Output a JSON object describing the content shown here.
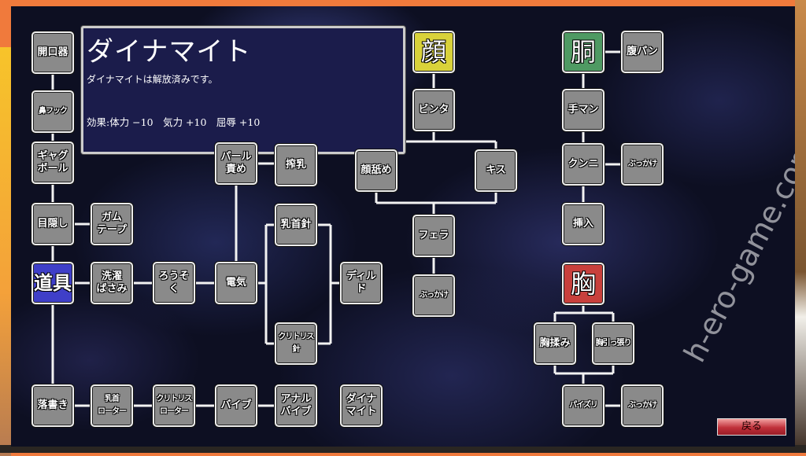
{
  "colors": {
    "tool": "#3f3fc8",
    "face": "#d9d23a",
    "torso": "#4f9a63",
    "chest": "#c8403c",
    "locked": "#8a8a8a"
  },
  "description": {
    "title": "ダイナマイト",
    "text": "ダイナマイトは解放済みです。",
    "effect": "効果:体力 −10　気力 +10　屈辱 +10"
  },
  "nodes": [
    {
      "id": "kaikouki",
      "label": "開口器"
    },
    {
      "id": "hana-hook",
      "label": "鼻フック",
      "small": true
    },
    {
      "id": "gag-ball",
      "label": "ギャグ\nボール"
    },
    {
      "id": "mekakushi",
      "label": "目隠し"
    },
    {
      "id": "gum-tape",
      "label": "ガム\nテープ"
    },
    {
      "id": "dougu",
      "label": "道具",
      "category": "tool"
    },
    {
      "id": "sentaku-basami",
      "label": "洗濯\nばさみ"
    },
    {
      "id": "rousoku",
      "label": "ろうそく"
    },
    {
      "id": "denki",
      "label": "電気"
    },
    {
      "id": "pearl-seme",
      "label": "パール\n責め"
    },
    {
      "id": "sakunyu",
      "label": "搾乳"
    },
    {
      "id": "chikubi-hari",
      "label": "乳首針"
    },
    {
      "id": "dildo",
      "label": "ディルド"
    },
    {
      "id": "clitoris-hari",
      "label": "クリトリス\n針",
      "small": true
    },
    {
      "id": "rakugaki",
      "label": "落書き"
    },
    {
      "id": "chikubi-rotor",
      "label": "乳首\nローター",
      "small": true
    },
    {
      "id": "clitoris-rotor",
      "label": "クリトリス\nローター",
      "small": true
    },
    {
      "id": "vibe",
      "label": "バイブ"
    },
    {
      "id": "anal-vibe",
      "label": "アナル\nバイブ"
    },
    {
      "id": "dynamite",
      "label": "ダイナ\nマイト"
    },
    {
      "id": "kao",
      "label": "顔",
      "category": "face"
    },
    {
      "id": "binta",
      "label": "ビンタ"
    },
    {
      "id": "kao-name",
      "label": "顔舐め"
    },
    {
      "id": "kiss",
      "label": "キス"
    },
    {
      "id": "fella",
      "label": "フェラ"
    },
    {
      "id": "bukkake-face",
      "label": "ぶっかけ",
      "small": true
    },
    {
      "id": "dou",
      "label": "胴",
      "category": "torso"
    },
    {
      "id": "hara-pan",
      "label": "腹パン"
    },
    {
      "id": "teman",
      "label": "手マン"
    },
    {
      "id": "kunni",
      "label": "クンニ"
    },
    {
      "id": "bukkake-torso",
      "label": "ぶっかけ",
      "small": true
    },
    {
      "id": "sounyu",
      "label": "挿入"
    },
    {
      "id": "mune",
      "label": "胸",
      "category": "chest"
    },
    {
      "id": "mune-momi",
      "label": "胸揉み"
    },
    {
      "id": "mune-hippari",
      "label": "胸引っ張り",
      "small": true
    },
    {
      "id": "paizuri",
      "label": "パイズリ",
      "small": true
    },
    {
      "id": "bukkake-chest",
      "label": "ぶっかけ",
      "small": true
    }
  ],
  "back_button": "戻る",
  "watermark": "h-ero-game.com"
}
